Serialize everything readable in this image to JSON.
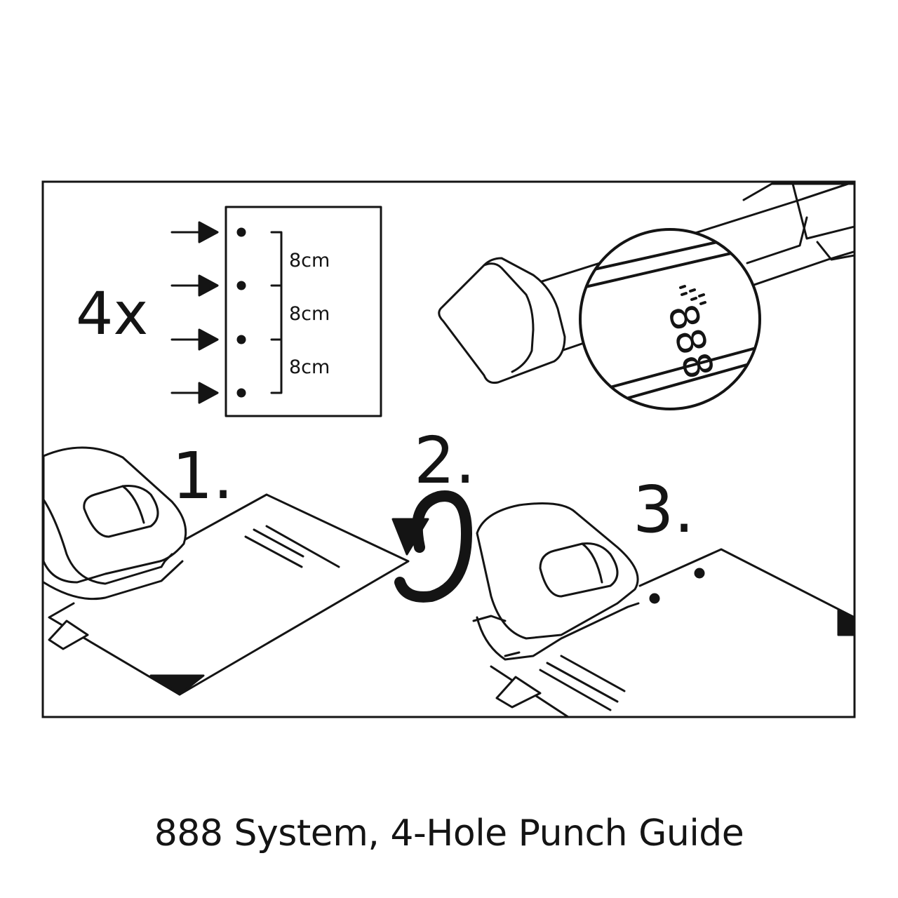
{
  "caption": "888 System, 4-Hole Punch Guide",
  "hole_diagram": {
    "count_label": "4x",
    "spacing_labels": [
      "8cm",
      "8cm",
      "8cm"
    ]
  },
  "zoom_detail": {
    "marking": "888"
  },
  "steps": [
    "1.",
    "2.",
    "3."
  ],
  "colors": {
    "line": "#141414",
    "background": "#ffffff"
  }
}
